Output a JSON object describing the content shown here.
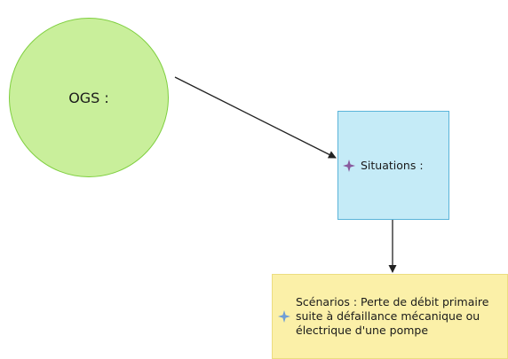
{
  "nodes": {
    "ogs": {
      "label": "OGS :",
      "fill": "#c9ef9b",
      "border": "#7fcf3f"
    },
    "situations": {
      "label": "Situations :",
      "fill": "#c5ebf7",
      "border": "#5ab4d9",
      "icon": "sparkle-icon",
      "icon_color": "#8a5a9e"
    },
    "scenarios": {
      "label": "Scénarios : Perte de débit primaire suite à défaillance mécanique ou électrique d'une pompe",
      "fill": "#fbf0a8",
      "border": "#ecdd80",
      "icon": "sparkle-icon",
      "icon_color": "#6f9ed6"
    }
  },
  "edges": [
    {
      "from": "ogs",
      "to": "situations"
    },
    {
      "from": "situations",
      "to": "scenarios"
    }
  ]
}
